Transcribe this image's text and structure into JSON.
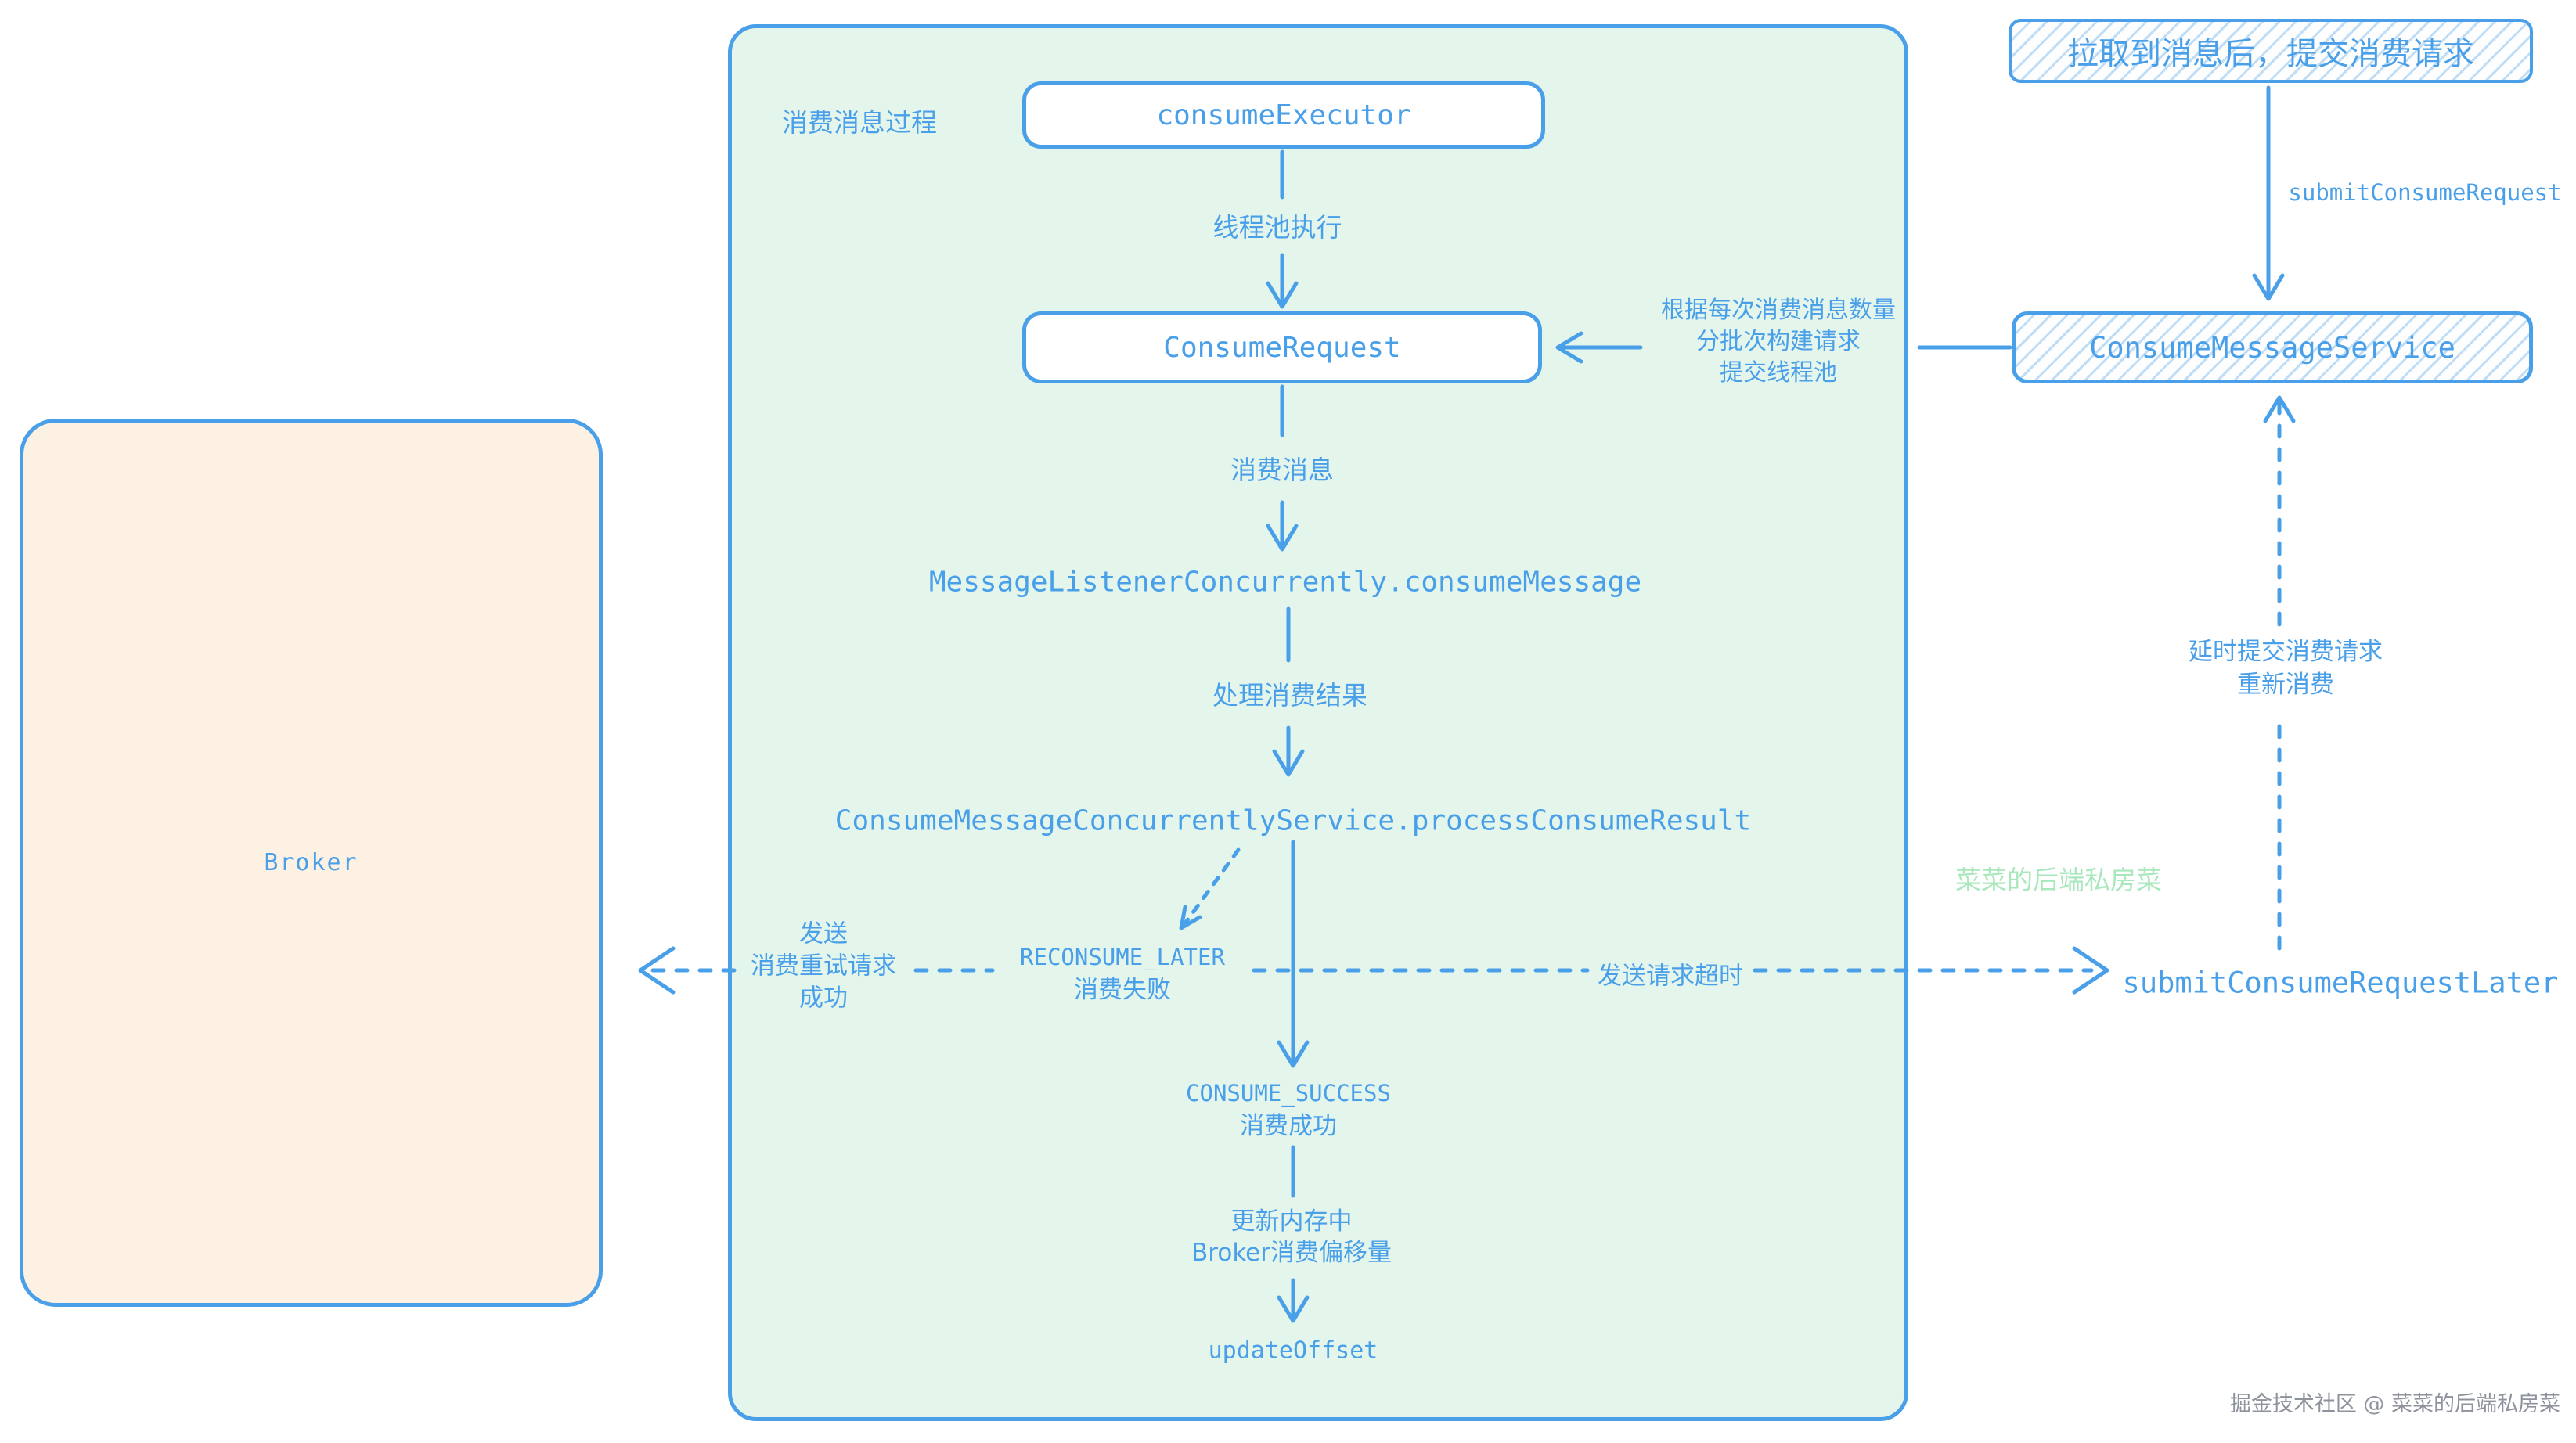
{
  "colors": {
    "blue": "#4a9fe9",
    "green_fill": "#e4f6ec",
    "peach_fill": "#fdf1e3",
    "watermark_green": "#a9e7bc",
    "footer_gray": "#8d929c"
  },
  "broker": {
    "label": "Broker"
  },
  "process": {
    "title": "消费消息过程",
    "consume_executor": "consumeExecutor",
    "thread_pool": "线程池执行",
    "consume_request": "ConsumeRequest",
    "consume_message": "消费消息",
    "listener": "MessageListenerConcurrently.consumeMessage",
    "handle_result": "处理消费结果",
    "process_result": "ConsumeMessageConcurrentlyService.processConsumeResult",
    "reconsume": {
      "code": "RECONSUME_LATER",
      "label": "消费失败"
    },
    "success": {
      "code": "CONSUME_SUCCESS",
      "label": "消费成功"
    },
    "update_offset_note": [
      "更新内存中",
      "Broker消费偏移量"
    ],
    "update_offset": "updateOffset"
  },
  "service": {
    "pull_note": "拉取到消息后，提交消费请求",
    "submit_consume_request": "submitConsumeRequest",
    "consume_message_service": "ConsumeMessageService",
    "batch_note": [
      "根据每次消费消息数量",
      "分批次构建请求",
      "提交线程池"
    ],
    "delay_note": [
      "延时提交消费请求",
      "重新消费"
    ],
    "submit_later": "submitConsumeRequestLater"
  },
  "retry": {
    "send_note": [
      "发送",
      "消费重试请求",
      "成功"
    ],
    "timeout_note": "发送请求超时"
  },
  "watermarks": {
    "center": "菜菜的后端私房菜",
    "footer": "掘金技术社区 @ 菜菜的后端私房菜"
  }
}
